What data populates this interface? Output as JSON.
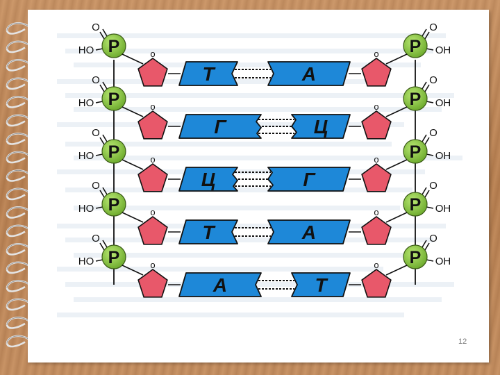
{
  "slide": {
    "page_number": "12"
  },
  "labels": {
    "phosphate": "P",
    "hydroxyl": "HO",
    "hydroxyl_right": "OH",
    "oxygen": "O",
    "ring_oxygen": "o"
  },
  "pairs": [
    {
      "left": "Т",
      "right": "А",
      "bonds": 2
    },
    {
      "left": "Г",
      "right": "Ц",
      "bonds": 3
    },
    {
      "left": "Ц",
      "right": "Г",
      "bonds": 3
    },
    {
      "left": "Т",
      "right": "А",
      "bonds": 2
    },
    {
      "left": "А",
      "right": "Т",
      "bonds": 2
    }
  ],
  "colors": {
    "phosphate": "#8cc63f",
    "sugar": "#e8586a",
    "base": "#1e88d8",
    "background_text": "#c8d8e6"
  }
}
